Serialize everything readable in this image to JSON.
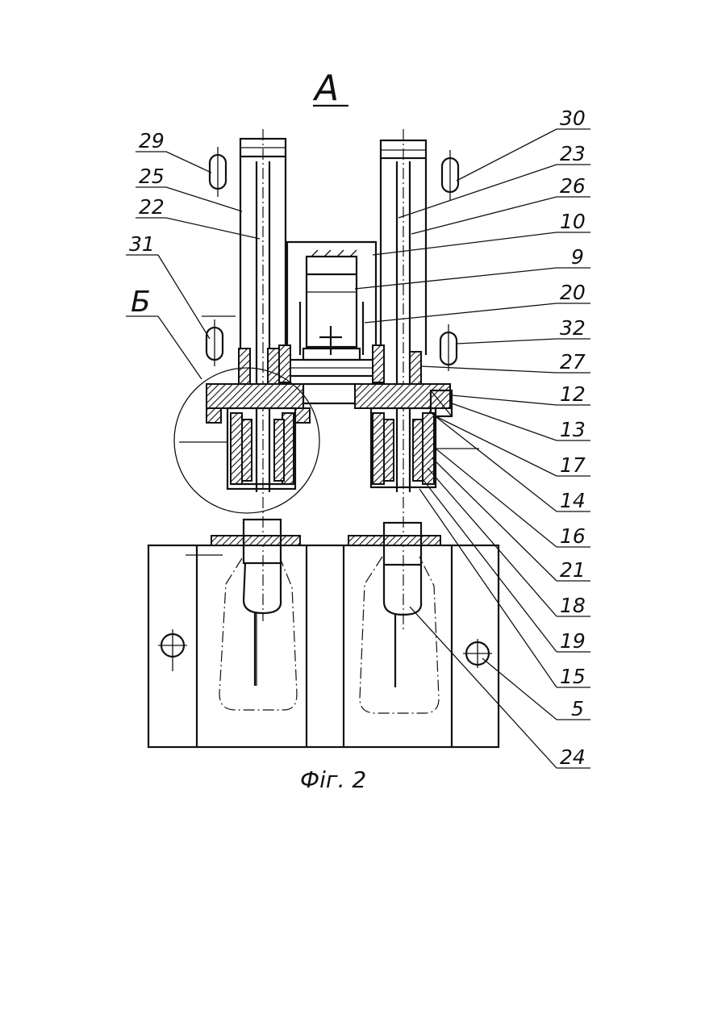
{
  "figure": {
    "view_label": "A",
    "section_label": "Б",
    "caption": "Фіг. 2"
  },
  "labels_right": [
    "30",
    "23",
    "26",
    "10",
    "9",
    "20",
    "32",
    "27",
    "12",
    "13",
    "17",
    "14",
    "16",
    "21",
    "18",
    "19",
    "15",
    "5",
    "24"
  ],
  "labels_left": [
    "29",
    "25",
    "22",
    "31"
  ]
}
